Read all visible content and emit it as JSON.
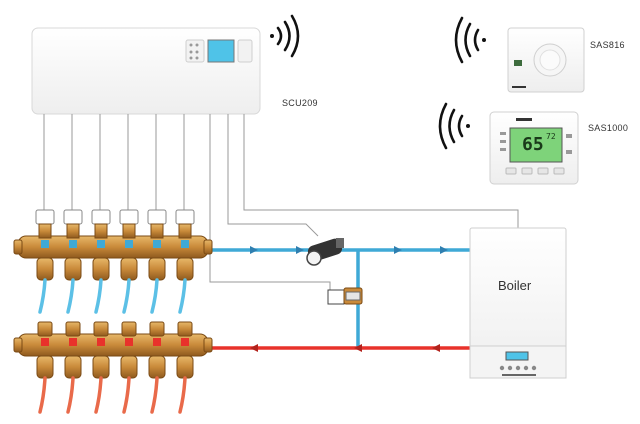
{
  "devices": {
    "controller": {
      "label": "SCU209"
    },
    "thermostat_analog": {
      "label": "SAS816"
    },
    "thermostat_digital": {
      "label": "SAS1000",
      "display_value": "65",
      "display_secondary": "72"
    },
    "boiler": {
      "label": "Boiler"
    }
  },
  "manifold": {
    "loops": 6
  },
  "colors": {
    "supply_pipe": "#e8322b",
    "return_pipe": "#3fa9d6",
    "signal_wire": "#9a9a9a",
    "brass": "#c98a3a",
    "lcd": "#4fc3e8",
    "thermostat_lcd": "#7ed37a"
  },
  "icons": [
    "wireless-signal-icon",
    "arrow-right-icon",
    "arrow-left-icon",
    "pump-icon",
    "valve-icon"
  ]
}
